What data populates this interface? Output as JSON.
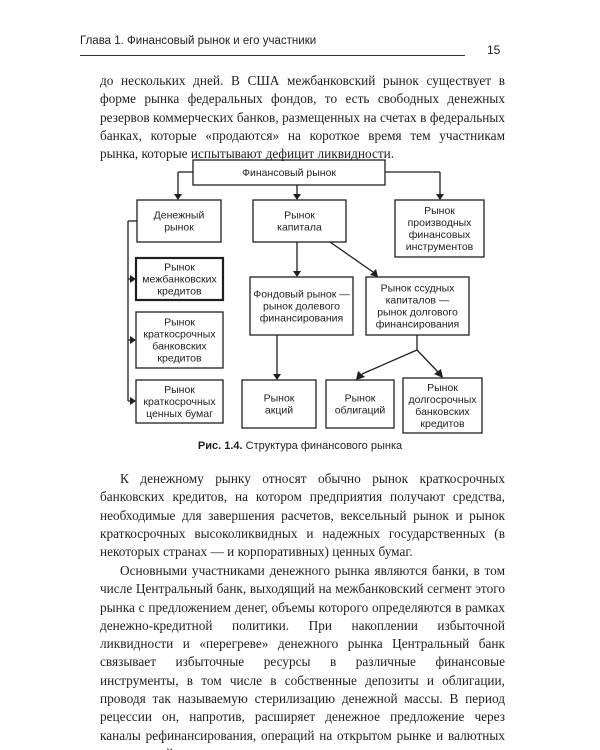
{
  "header": {
    "chapter": "Глава 1. Финансовый рынок и его участники",
    "page_number": "15"
  },
  "intro_paragraph": "до нескольких дней. В США межбанковский рынок существует в форме рынка федеральных фондов, то есть свободных денежных резервов коммерческих банков, размещенных на счетах в федеральных банках, которые «продаются» на короткое время тем участникам рынка, которые испытывают дефицит ликвидности.",
  "diagram": {
    "root": [
      "Финансовый рынок"
    ],
    "money_market": [
      "Денежный",
      "рынок"
    ],
    "capital_market": [
      "Рынок",
      "капитала"
    ],
    "derivatives_market": [
      "Рынок",
      "производных",
      "финансовых",
      "инструментов"
    ],
    "interbank_credit": [
      "Рынок",
      "межбанковских",
      "кредитов"
    ],
    "short_bank_credit": [
      "Рынок",
      "краткосрочных",
      "банковских",
      "кредитов"
    ],
    "short_securities": [
      "Рынок",
      "краткосрочных",
      "ценных бумаг"
    ],
    "stock_market": [
      "Фондовый рынок —",
      "рынок долевого",
      "финансирования"
    ],
    "loan_capital_market": [
      "Рынок ссудных",
      "капиталов —",
      "рынок долгового",
      "финансирования"
    ],
    "shares_market": [
      "Рынок",
      "акций"
    ],
    "bonds_market": [
      "Рынок",
      "облигаций"
    ],
    "long_bank_credit": [
      "Рынок",
      "долгосрочных",
      "банковских",
      "кредитов"
    ]
  },
  "caption": {
    "number": "Рис. 1.4.",
    "text": " Структура финансового рынка"
  },
  "paragraph_1": "К денежному рынку относят обычно рынок краткосрочных банковских кредитов, на котором предприятия получают средства, необходимые для завершения расчетов, вексельный рынок и рынок краткосрочных высоколиквидных и надежных государственных (в некоторых странах — и корпоративных) ценных бумаг.",
  "paragraph_2": "Основными участниками денежного рынка являются банки, в том числе Центральный банк, выходящий на межбанковский сегмент этого рынка с предложением денег, объемы которого определяются в рамках денежно-кредитной политики. При накоплении избыточной ликвидности и «перегреве» денежного рынка Центральный банк связывает избыточные ресурсы в различные финансовые инструменты, в том числе в собственные депозиты и облигации, проводя так называемую стерилизацию денежной массы. В период рецессии он, напротив, расширяет денежное предложение через каналы рефинансирования, операций на открытом рынке и валютных интервенций."
}
